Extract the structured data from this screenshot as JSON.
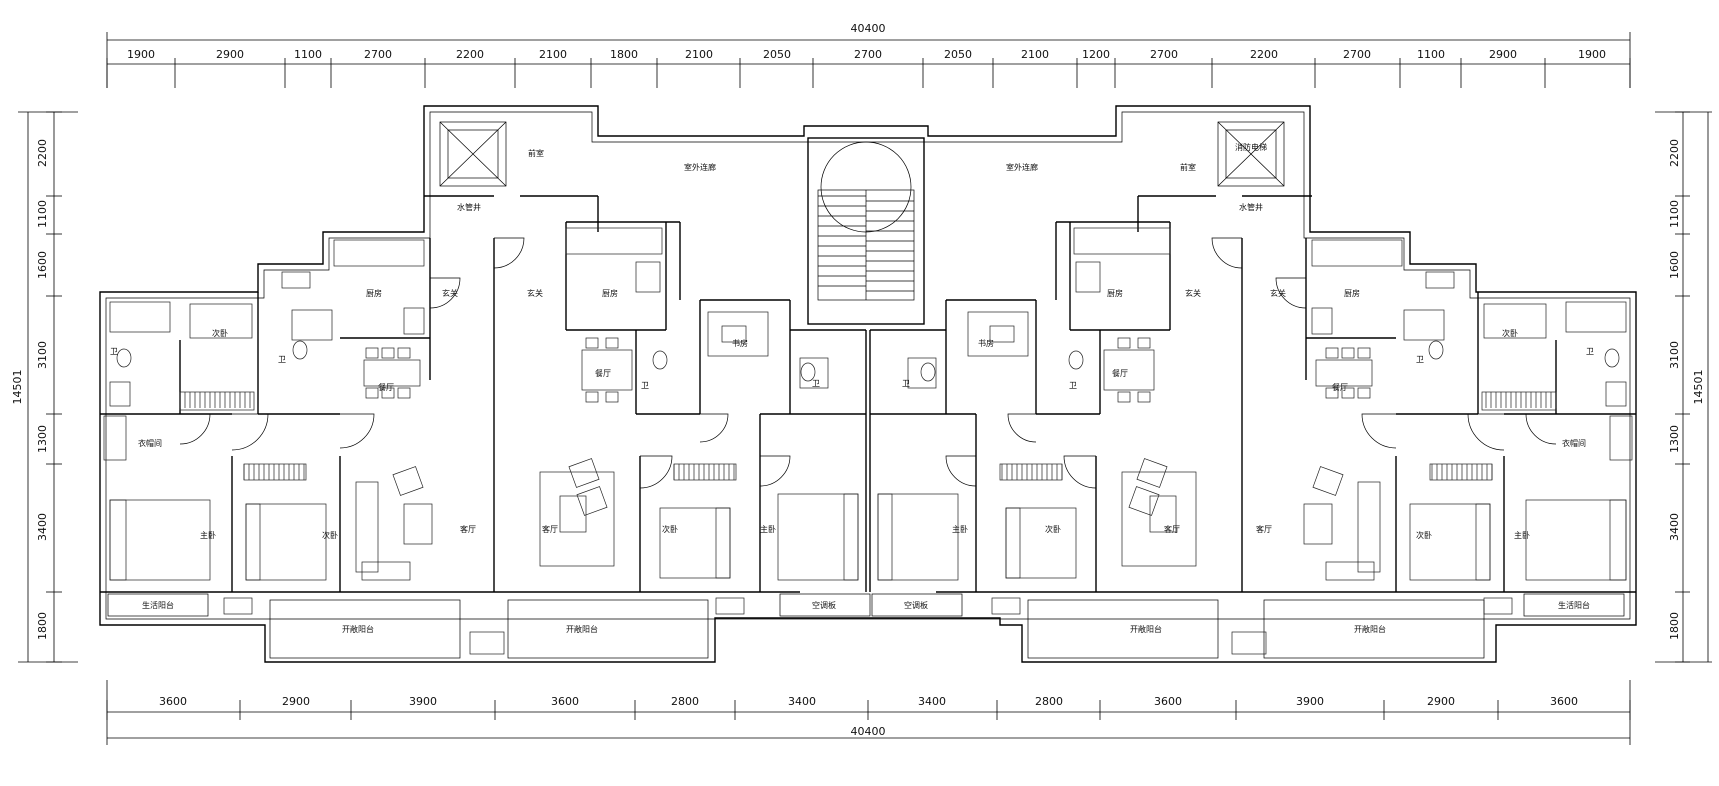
{
  "overall_width": "40400",
  "overall_depth": "14501",
  "top_dims": [
    "1900",
    "2900",
    "1100",
    "2700",
    "2200",
    "2100",
    "1800",
    "2100",
    "2050",
    "2700",
    "2050",
    "2100",
    "1200",
    "2700",
    "2200",
    "2700",
    "1100",
    "2900",
    "1900"
  ],
  "bottom_dims": [
    "3600",
    "2900",
    "3900",
    "3600",
    "2800",
    "3400",
    "3400",
    "2800",
    "3600",
    "3900",
    "2900",
    "3600"
  ],
  "side_dims": [
    "2200",
    "1100",
    "1600",
    "3100",
    "1300",
    "3400",
    "1800"
  ],
  "rooms": {
    "hall_left": "前室",
    "hall_right": "前室",
    "corridor_left": "室外连廊",
    "corridor_right": "室外连廊",
    "water_left": "水管井",
    "water_right": "水管井",
    "elev_right": "消防电梯",
    "entrance": "玄关",
    "kitchen": "厨房",
    "dining": "餐厅",
    "living": "客厅",
    "master": "主卧",
    "second": "次卧",
    "bath": "卫",
    "study": "书房",
    "balcony": "开敞阳台",
    "balcony_small": "生活阳台",
    "closet": "衣帽间",
    "aircon": "空调板"
  }
}
